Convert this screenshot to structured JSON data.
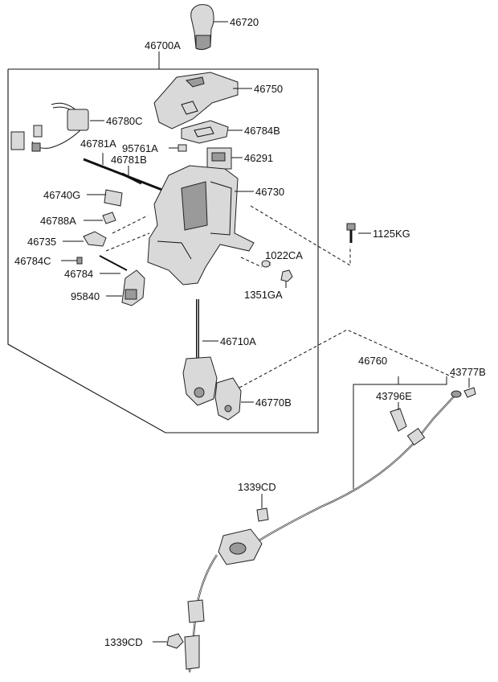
{
  "parts": {
    "knob": "46720",
    "shifter_assy": "46700A",
    "indicator_cover": "46750",
    "wiring_harness": "46780C",
    "indicator_plate": "46784B",
    "pin_a": "46781A",
    "clip_95761A": "95761A",
    "pin_b": "46781B",
    "solenoid_46291": "46291",
    "lever_46740G": "46740G",
    "bracket_housing": "46730",
    "damper_46788A": "46788A",
    "bolt_1125KG": "1125KG",
    "lever_46735": "46735",
    "washer_1022CA": "1022CA",
    "pin_46784C": "46784C",
    "spring_46784": "46784",
    "nut_1351GA": "1351GA",
    "switch_95840": "95840",
    "shift_lever": "46710A",
    "detent_plate": "46770B",
    "cable_assy": "46760",
    "clip_43777B": "43777B",
    "retainer_43796E": "43796E",
    "bushing_upper": "1339CD",
    "nut_lower": "1339CD"
  }
}
